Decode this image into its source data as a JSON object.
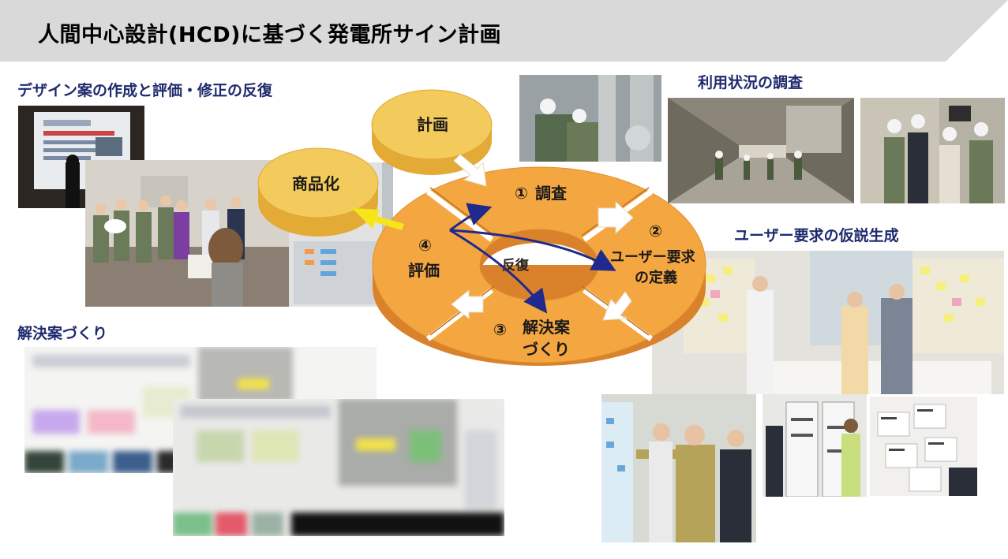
{
  "title": "人間中心設計(HCD)に基づく発電所サイン計画",
  "captions": {
    "design_iteration": "デザイン案の作成と評価・修正の反復",
    "usage_survey": "利用状況の調査",
    "hypothesis": "ユーザー要求の仮説生成",
    "solution": "解決案づくり"
  },
  "diagram": {
    "plan": "計画",
    "product": "商品化",
    "iterate": "反復",
    "steps": [
      {
        "num": "①",
        "label1": "調査",
        "label2": ""
      },
      {
        "num": "②",
        "label1": "ユーザー要求",
        "label2": "の定義"
      },
      {
        "num": "③",
        "label1": "解決案",
        "label2": "づくり"
      },
      {
        "num": "④",
        "label1": "評価",
        "label2": ""
      }
    ]
  },
  "colors": {
    "ring_top": "#f4a640",
    "ring_side": "#d9822b",
    "disc_top": "#f3ca5c",
    "disc_side": "#e3aa36",
    "yellow_arrow": "#f5e51a",
    "caption": "#1f2a6e",
    "header": "#d9d9d9"
  }
}
